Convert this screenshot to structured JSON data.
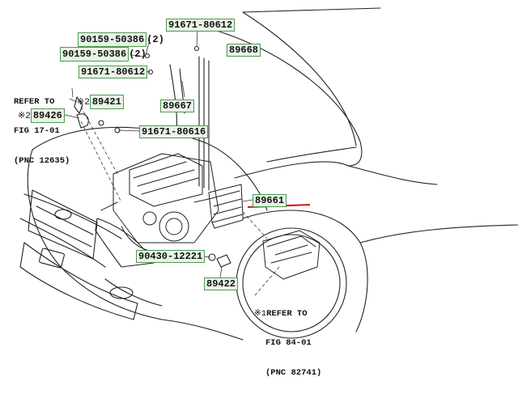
{
  "labels": {
    "p91671_80612_top": "91671-80612",
    "p90159_50386_a": "90159-50386",
    "p90159_50386_b": "90159-50386",
    "qty_a": "(2)",
    "qty_b": "(2)",
    "p91671_80612_mid": "91671-80612",
    "p89668": "89668",
    "p89421": "89421",
    "p89426": "89426",
    "p89667": "89667",
    "p91671_80616": "91671-80616",
    "p89661": "89661",
    "p90430_12221": "90430-12221",
    "p89422": "89422",
    "mark_89421": "※2",
    "mark_89426": "※2",
    "mark_ref84": "※1"
  },
  "refs": {
    "ref17": [
      "REFER TO",
      "FIG 17-01",
      "(PNC 12635)"
    ],
    "ref84": [
      "REFER TO",
      "FIG 84-01",
      "(PNC 82741)"
    ]
  },
  "colors": {
    "label_box_border": "#4c9a52",
    "label_box_fill": "#e8f3e6",
    "highlight_red": "#d62020",
    "line": "#222222"
  }
}
